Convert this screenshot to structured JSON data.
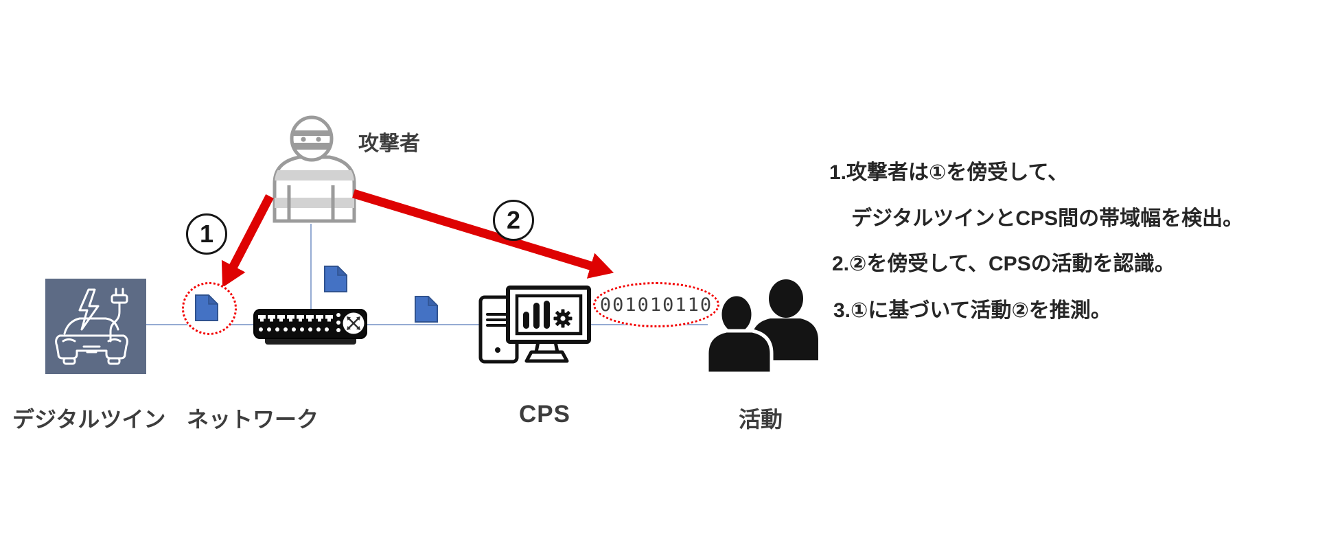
{
  "diagram": {
    "attacker": {
      "label": "攻撃者",
      "icon": "masked-burglar-icon"
    },
    "nodes": [
      {
        "id": "digital_twin",
        "label": "デジタルツイン",
        "icon": "electric-car-icon"
      },
      {
        "id": "network",
        "label": "ネットワーク",
        "icon": "network-switch-icon"
      },
      {
        "id": "cps",
        "label": "CPS",
        "icon": "computer-chart-gear-icon"
      },
      {
        "id": "activity",
        "label": "活動",
        "icon": "two-people-icon"
      }
    ],
    "tap_points": [
      {
        "badge": "1",
        "target": "packet between digital twin and network"
      },
      {
        "badge": "2",
        "target": "binary output between CPS and activity"
      }
    ],
    "binary_text": "001010110",
    "packet_icon": "blue-document-icon",
    "colors": {
      "arrow_red": "#de0202",
      "dotted_red": "#f30000",
      "packet_blue": "#4472c4",
      "packet_border": "#2f528f",
      "twin_box_bg": "#5d6b85",
      "connector_blue": "#95abd3",
      "attacker_gray": "#9b9b9b",
      "icon_black": "#111111",
      "label_gray": "#3d3d3d",
      "note_text": "#262626"
    }
  },
  "notes": {
    "item1_line1": "1.攻撃者は①を傍受して、",
    "item1_line2": "デジタルツインとCPS間の帯域幅を検出。",
    "item2": "2.②を傍受して、CPSの活動を認識。",
    "item3": "3.①に基づいて活動②を推測。"
  }
}
